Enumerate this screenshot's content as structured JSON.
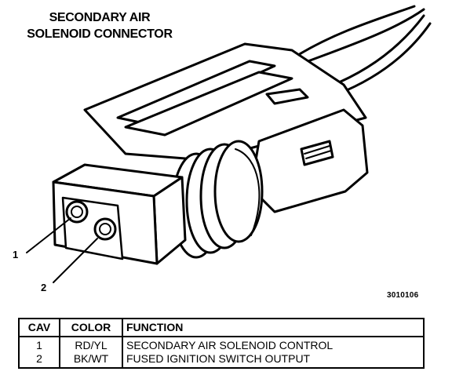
{
  "title": {
    "line1": "SECONDARY AIR",
    "line2": "SOLENOID CONNECTOR"
  },
  "callouts": [
    "1",
    "2"
  ],
  "figure_number": "3010106",
  "table": {
    "headers": [
      "CAV",
      "COLOR",
      "FUNCTION"
    ],
    "rows": [
      {
        "cav": "1",
        "color": "RD/YL",
        "function": "SECONDARY AIR SOLENOID CONTROL"
      },
      {
        "cav": "2",
        "color": "BK/WT",
        "function": "FUSED IGNITION SWITCH OUTPUT"
      }
    ]
  }
}
